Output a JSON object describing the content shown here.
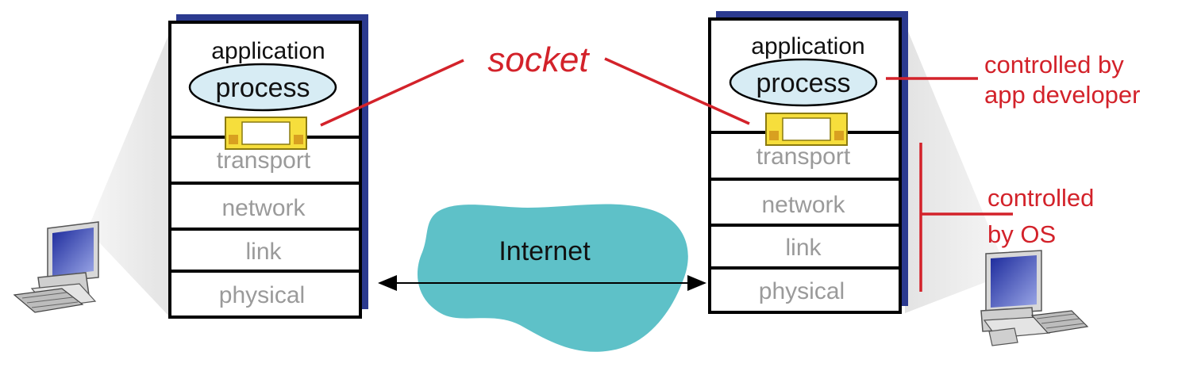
{
  "colors": {
    "annotation_red": "#d3222a",
    "stack_shadow": "#2b3a8f",
    "process_fill": "#d7ecf4",
    "socket_fill": "#f6de3c",
    "internet_fill": "#5ec1c8",
    "layer_text": "#9a9a9a"
  },
  "left_host": {
    "application": "application",
    "process": "process",
    "layers": [
      "transport",
      "network",
      "link",
      "physical"
    ]
  },
  "right_host": {
    "application": "application",
    "process": "process",
    "layers": [
      "transport",
      "network",
      "link",
      "physical"
    ]
  },
  "socket_label": "socket",
  "internet_label": "Internet",
  "annotations": {
    "app_dev": [
      "controlled by",
      "app developer"
    ],
    "os": [
      "controlled",
      "by OS"
    ]
  },
  "icons": [
    "computer-icon",
    "socket-icon",
    "cloud-icon"
  ]
}
